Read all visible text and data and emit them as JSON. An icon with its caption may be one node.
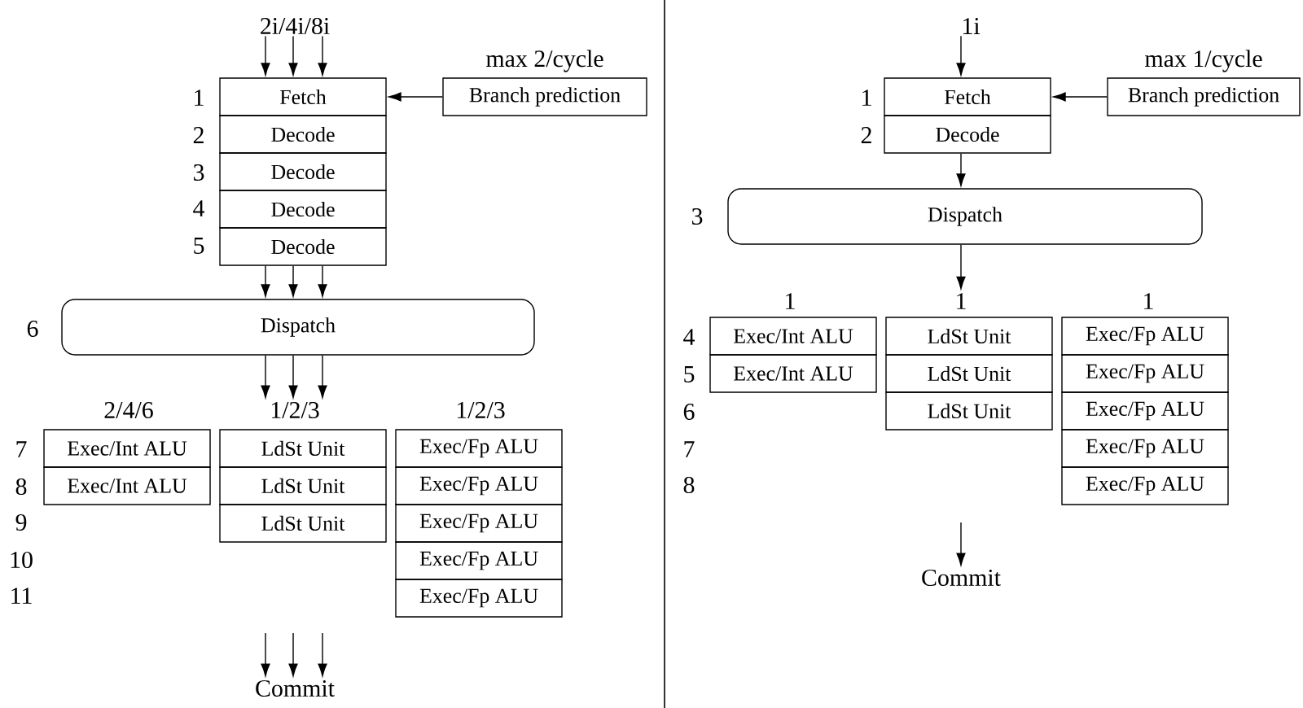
{
  "diagram": {
    "nodes": [
      {
        "text": [
          "2i/4i/8i"
        ]
      },
      {
        "text": [
          "Fetch"
        ]
      },
      {
        "text": [
          "Decode"
        ]
      },
      {
        "text": [
          "Decode"
        ]
      },
      {
        "text": [
          "Decode"
        ]
      },
      {
        "text": [
          "Decode"
        ]
      },
      {
        "text": [
          "Branch prediction"
        ],
        "beside": [
          "max 2/cycle"
        ]
      },
      {
        "text": [
          "Dispatch"
        ]
      },
      {
        "text": [
          "Exec/Int ALU"
        ]
      },
      {
        "text": [
          "Exec/Int ALU"
        ]
      },
      {
        "text": [
          "LdSt Unit"
        ]
      },
      {
        "text": [
          "LdSt Unit"
        ]
      },
      {
        "text": [
          "LdSt Unit"
        ]
      },
      {
        "text": [
          "Exec/Fp ALU"
        ]
      },
      {
        "text": [
          "Exec/Fp ALU"
        ]
      },
      {
        "text": [
          "Exec/Fp ALU"
        ]
      },
      {
        "text": [
          "Exec/Fp ALU"
        ]
      },
      {
        "text": [
          "Exec/Fp ALU"
        ]
      },
      {
        "text": [
          "Commit"
        ]
      },
      {
        "text": [
          "1i"
        ]
      },
      {
        "text": [
          "Fetch"
        ]
      },
      {
        "text": [
          "Decode"
        ]
      },
      {
        "text": [
          "Branch prediction"
        ],
        "beside": [
          "max 1/cycle"
        ]
      },
      {
        "text": [
          "Dispatch"
        ]
      },
      {
        "text": [
          "Exec/Int ALU"
        ]
      },
      {
        "text": [
          "Exec/Int ALU"
        ]
      },
      {
        "text": [
          "LdSt Unit"
        ]
      },
      {
        "text": [
          "LdSt Unit"
        ]
      },
      {
        "text": [
          "LdSt Unit"
        ]
      },
      {
        "text": [
          "Exec/Fp ALU"
        ]
      },
      {
        "text": [
          "Exec/Fp ALU"
        ]
      },
      {
        "text": [
          "Exec/Fp ALU"
        ]
      },
      {
        "text": [
          "Exec/Fp ALU"
        ]
      },
      {
        "text": [
          "Exec/Fp ALU"
        ]
      },
      {
        "text": [
          "Commit"
        ]
      },
      {
        "text": [
          "1/2/3"
        ]
      },
      {
        "text": [
          "1"
        ]
      }
    ],
    "edges": [
      {
        "from": 0,
        "to": 1,
        "arrow": "to"
      },
      {
        "from": 0,
        "to": 1,
        "arrow": "to"
      },
      {
        "from": 0,
        "to": 1,
        "arrow": "to"
      },
      {
        "from": 6,
        "to": 1,
        "arrow": "to"
      },
      {
        "from": 5,
        "to": 7,
        "arrow": "to"
      },
      {
        "from": 5,
        "to": 7,
        "arrow": "to"
      },
      {
        "from": 5,
        "to": 7,
        "arrow": "to"
      },
      {
        "from": 7,
        "to": 35,
        "arrow": "to"
      },
      {
        "from": 7,
        "to": 35,
        "arrow": "to"
      },
      {
        "from": 7,
        "to": 35,
        "arrow": "to"
      },
      {
        "from": null,
        "to": 18,
        "arrow": "to"
      },
      {
        "from": null,
        "to": 18,
        "arrow": "to"
      },
      {
        "from": null,
        "to": 18,
        "arrow": "to"
      },
      {
        "from": 19,
        "to": 20,
        "arrow": "to"
      },
      {
        "from": 22,
        "to": 20,
        "arrow": "to"
      },
      {
        "from": 21,
        "to": 23,
        "arrow": "to"
      },
      {
        "from": 23,
        "to": 36,
        "arrow": "to"
      },
      {
        "from": null,
        "to": 34,
        "arrow": "to"
      }
    ],
    "labels": [
      "1",
      "2",
      "3",
      "4",
      "5",
      "6",
      "2/4/6",
      "1/2/3",
      "7",
      "8",
      "9",
      "10",
      "11",
      "1",
      "2",
      "3",
      "1",
      "1",
      "4",
      "5",
      "6",
      "7",
      "8"
    ]
  }
}
